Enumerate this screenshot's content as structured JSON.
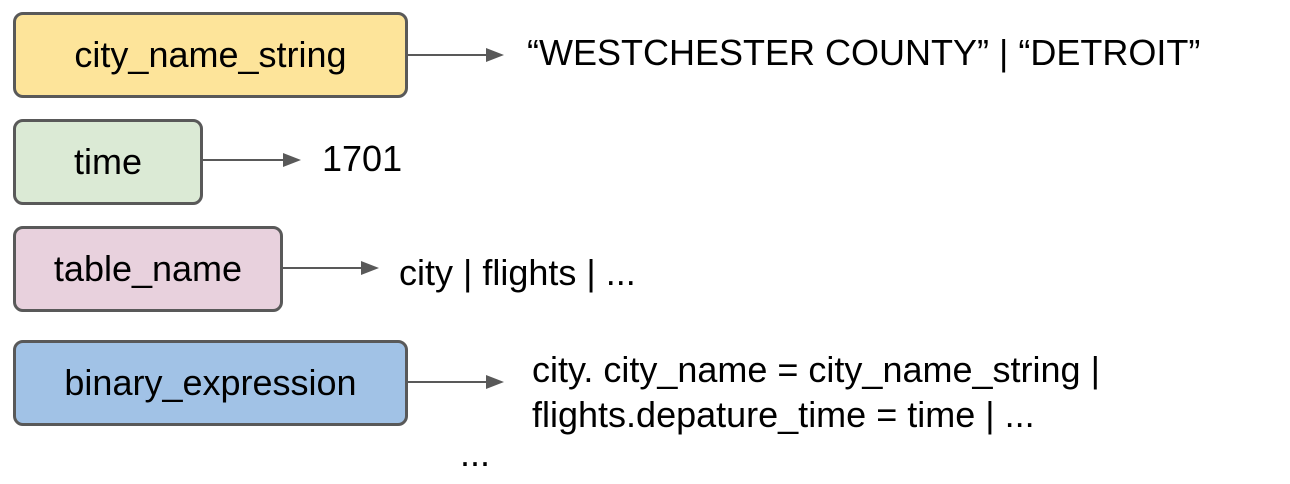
{
  "rules": [
    {
      "id": "city_name_string",
      "label": "city_name_string",
      "fill": "#fde49a",
      "expansion": [
        "“WESTCHESTER COUNTY” | “DETROIT”"
      ]
    },
    {
      "id": "time",
      "label": "time",
      "fill": "#dbead5",
      "expansion": [
        "1701"
      ]
    },
    {
      "id": "table_name",
      "label": "table_name",
      "fill": "#e8d1dd",
      "expansion": [
        "city | flights | ..."
      ]
    },
    {
      "id": "binary_expression",
      "label": "binary_expression",
      "fill": "#a1c2e6",
      "expansion": [
        "city. city_name = city_name_string |",
        "flights.depature_time = time | ..."
      ]
    }
  ],
  "continuation": "...",
  "colors": {
    "border": "#595959",
    "arrow": "#595959",
    "text": "#000000"
  }
}
